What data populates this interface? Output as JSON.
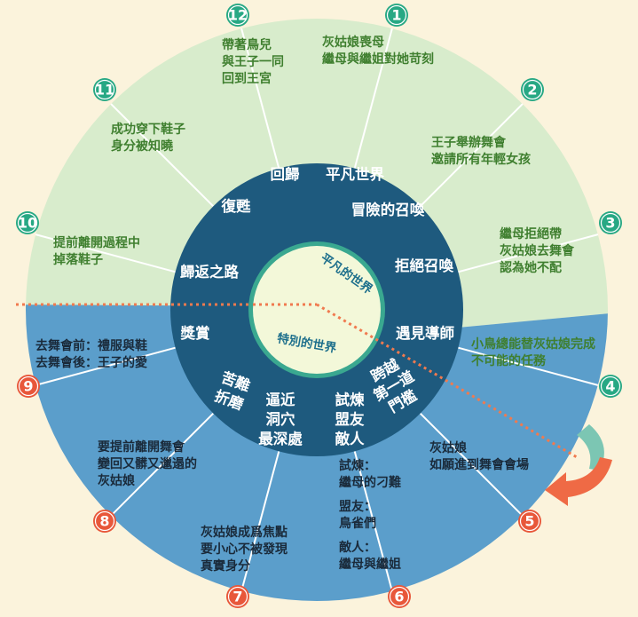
{
  "colors": {
    "background": "#fbf3dc",
    "upper_segment": "#d8eccc",
    "lower_segment": "#5b9ecb",
    "ring": "#1e5a7e",
    "inner_circle": "#f3f8d9",
    "inner_ring": "#3aa890",
    "upper_text": "#3f7f2f",
    "lower_text": "#1a2a3a",
    "green_badge": "#27a884",
    "orange_badge": "#e8573a",
    "divider_dots": "#f07a4f"
  },
  "inner": {
    "top": "平凡的世界",
    "bottom": "特別的世界"
  },
  "ring_labels": {
    "return": "回歸",
    "ordinary_world": "平凡世界",
    "call_to_adventure": "冒險的召喚",
    "refusal": "拒絕召喚",
    "mentor": "遇見導師",
    "threshold": [
      "跨越",
      "第一道",
      "門檻"
    ],
    "tests": [
      "試煉",
      "盟友",
      "敵人"
    ],
    "approach": [
      "逼近",
      "洞穴",
      "最深處"
    ],
    "ordeal": [
      "苦難",
      "折磨"
    ],
    "reward": "獎賞",
    "road_back": "歸返之路",
    "resurrection": "復甦"
  },
  "segments": [
    {
      "num": "1",
      "lines": [
        "灰姑娘喪母",
        "繼母與繼姐對她苛刻"
      ]
    },
    {
      "num": "2",
      "lines": [
        "王子舉辦舞會",
        "邀請所有年輕女孩"
      ]
    },
    {
      "num": "3",
      "lines": [
        "繼母拒絕帶",
        "灰姑娘去舞會",
        "認為她不配"
      ]
    },
    {
      "num": "4",
      "lines": [
        "小鳥總能替灰姑娘完成",
        "不可能的任務"
      ]
    },
    {
      "num": "5",
      "lines": [
        "灰姑娘",
        "如願進到舞會會場"
      ]
    },
    {
      "num": "6",
      "lines": [
        "試煉：",
        "繼母的刁難",
        "",
        "盟友：",
        "鳥雀們",
        "",
        "敵人：",
        "繼母與繼姐"
      ]
    },
    {
      "num": "7",
      "lines": [
        "灰姑娘成爲焦點",
        "要小心不被發現",
        "真實身分"
      ]
    },
    {
      "num": "8",
      "lines": [
        "要提前離開舞會",
        "變回又髒又邋遢的",
        "灰姑娘"
      ]
    },
    {
      "num": "9",
      "lines": [
        "去舞會前：禮服與鞋",
        "去舞會後：王子的愛"
      ]
    },
    {
      "num": "10",
      "lines": [
        "提前離開過程中",
        "掉落鞋子"
      ]
    },
    {
      "num": "11",
      "lines": [
        "成功穿下鞋子",
        "身分被知曉"
      ]
    },
    {
      "num": "12",
      "lines": [
        "帶著鳥兒",
        "與王子一同",
        "回到王宮"
      ]
    }
  ]
}
